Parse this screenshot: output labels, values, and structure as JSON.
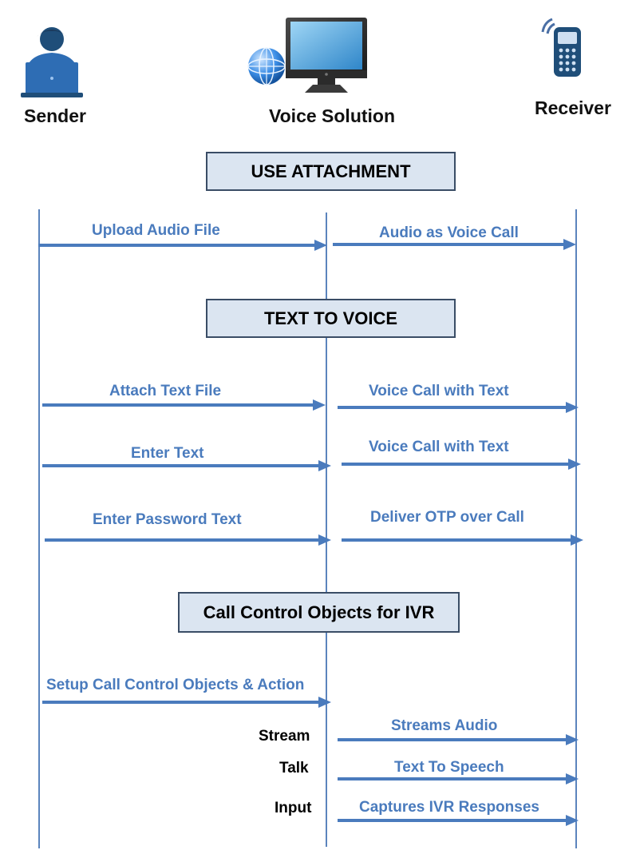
{
  "actors": {
    "sender": "Sender",
    "voice_solution": "Voice Solution",
    "receiver": "Receiver"
  },
  "sections": {
    "use_attachment": "USE ATTACHMENT",
    "text_to_voice": "TEXT TO VOICE",
    "call_control": "Call Control Objects for IVR"
  },
  "messages": {
    "upload_audio": "Upload Audio File",
    "audio_voice_call": "Audio as Voice Call",
    "attach_text": "Attach Text File",
    "voice_call_text_1": "Voice Call with Text",
    "enter_text": "Enter Text",
    "voice_call_text_2": "Voice Call with Text",
    "enter_password": "Enter Password Text",
    "deliver_otp": "Deliver OTP over Call",
    "setup_call_control": "Setup Call Control Objects & Action",
    "streams_audio": "Streams Audio",
    "text_to_speech": "Text To Speech",
    "captures_ivr": "Captures IVR Responses"
  },
  "operations": {
    "stream": "Stream",
    "talk": "Talk",
    "input": "Input"
  },
  "colors": {
    "arrow": "#4a7bbd",
    "section_fill": "#dbe5f1",
    "section_border": "#3a4d66"
  }
}
